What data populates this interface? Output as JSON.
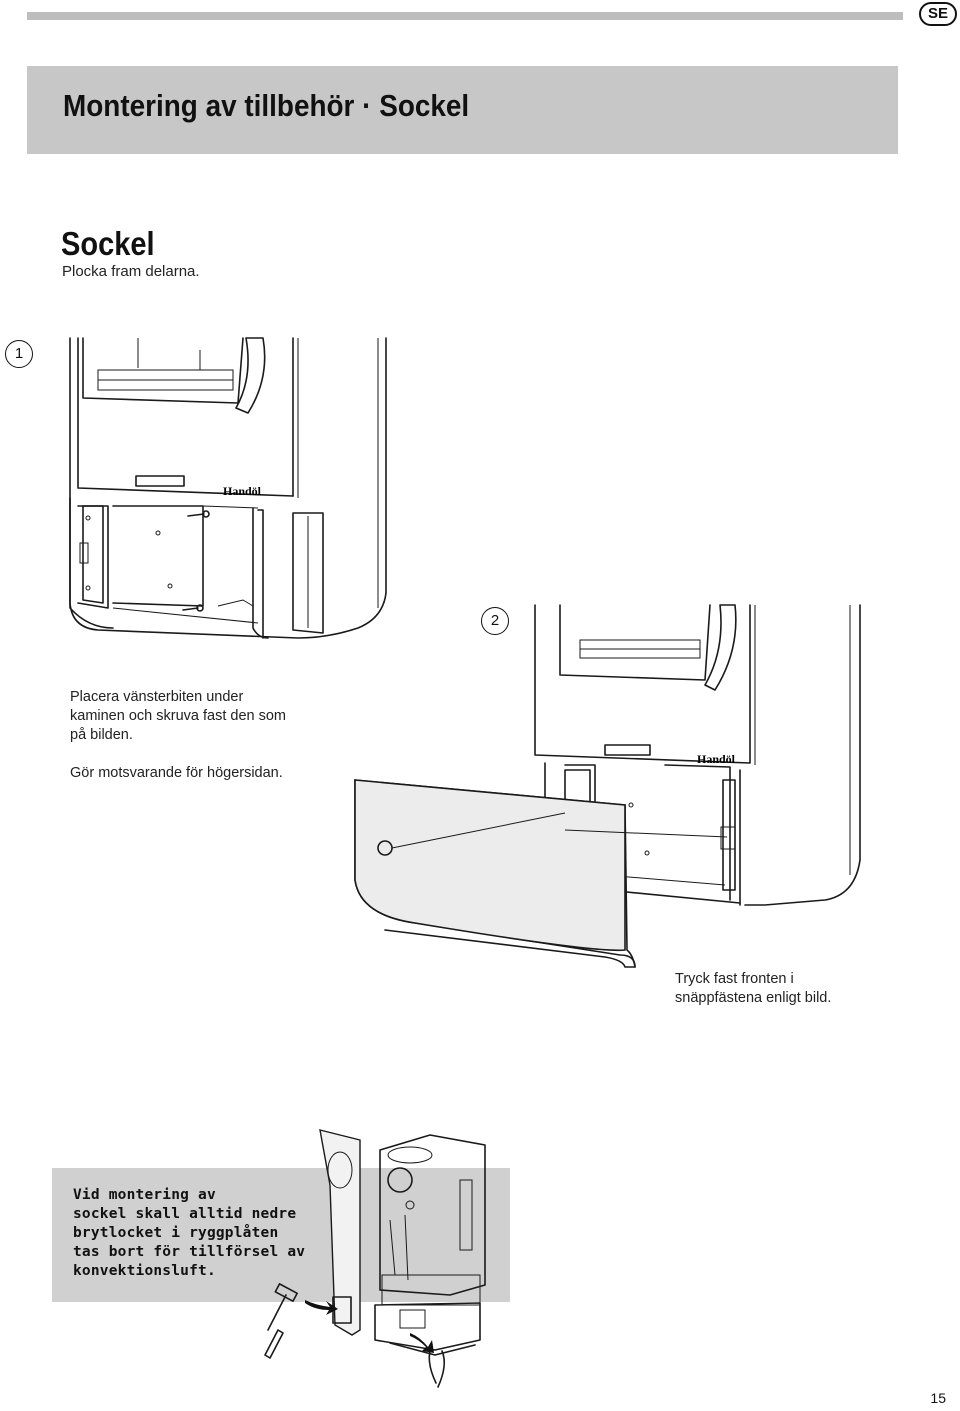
{
  "header": {
    "language_badge": "SE"
  },
  "title_band": {
    "title": "Montering av tillbehör · Sockel"
  },
  "section": {
    "heading": "Sockel",
    "intro": "Plocka fram delarna."
  },
  "step1": {
    "number": "1",
    "text_lines": [
      "Placera vänsterbiten under",
      "kaminen och skruva fast den som",
      "på bilden."
    ],
    "text2": "Gör motsvarande för högersidan.",
    "brand": "Handöl"
  },
  "step2": {
    "number": "2",
    "text_lines": [
      "Tryck fast fronten i",
      "snäppfästena enligt bild."
    ],
    "brand": "Handöl"
  },
  "note": {
    "lines": [
      "Vid montering av",
      "sockel skall alltid nedre",
      "brytlocket i ryggplåten",
      "tas bort för tillförsel av",
      "konvektionsluft."
    ]
  },
  "footer": {
    "page_number": "15"
  }
}
